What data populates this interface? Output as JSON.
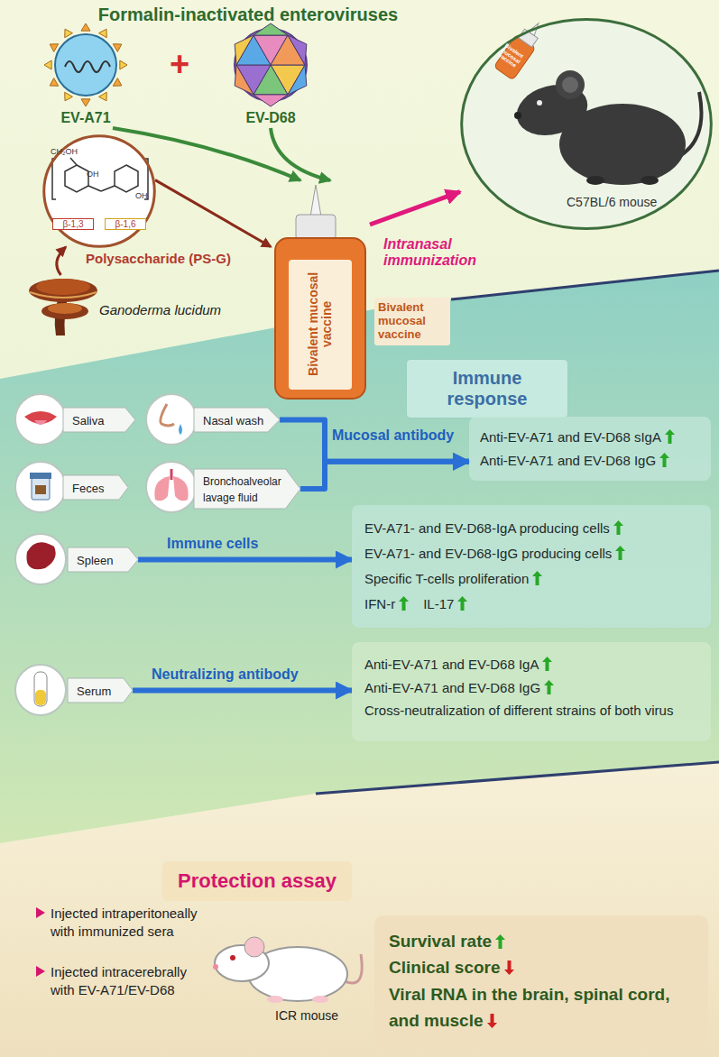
{
  "diagram": {
    "title": "Formalin-inactivated enteroviruses",
    "nodes": [
      {
        "text": [
          "EV-A71"
        ]
      },
      {
        "text": [
          "EV-D68"
        ]
      },
      {
        "text": [
          "β-1,3",
          "β-1,6",
          "Polysaccharide (PS-G)"
        ]
      },
      {
        "text": [
          "Ganoderma lucidum"
        ]
      },
      {
        "text": [
          "Bivalent mucosal vaccine",
          "Bivalent mucosal vaccine"
        ]
      },
      {
        "text": [
          "C57BL/6 mouse"
        ]
      },
      {
        "text": [
          "Immune response"
        ]
      },
      {
        "text": [
          "Saliva"
        ]
      },
      {
        "text": [
          "Nasal wash"
        ]
      },
      {
        "text": [
          "Feces"
        ]
      },
      {
        "text": [
          "Bronchoalveolar lavage fluid"
        ]
      },
      {
        "text": [
          "Anti-EV-A71 and EV-D68 sIgA",
          "Anti-EV-A71 and EV-D68 IgG"
        ]
      },
      {
        "text": [
          "Spleen"
        ]
      },
      {
        "text": [
          "EV-A71- and EV-D68-IgA producing cells",
          "EV-A71- and EV-D68-IgG producing cells",
          "Specific T-cells proliferation",
          "IFN-r",
          "IL-17"
        ]
      },
      {
        "text": [
          "Serum"
        ]
      },
      {
        "text": [
          "Anti-EV-A71 and EV-D68 IgA",
          "Anti-EV-A71 and EV-D68 IgG",
          "Cross-neutralization of different strains of both virus"
        ]
      },
      {
        "text": [
          "Protection assay"
        ]
      },
      {
        "text": [
          "ICR mouse"
        ]
      },
      {
        "text": [
          "Survival rate",
          "Clinical score",
          "Viral RNA in the brain, spinal cord, and muscle"
        ]
      }
    ],
    "edges": [
      {
        "from": 0,
        "to": 4,
        "arrow": "to"
      },
      {
        "from": 1,
        "to": 4,
        "arrow": "to"
      },
      {
        "from": 3,
        "to": 2,
        "arrow": "to"
      },
      {
        "from": 2,
        "to": 4,
        "arrow": "to"
      },
      {
        "from": 4,
        "to": 5,
        "label": "Intranasal immunization",
        "arrow": "to"
      },
      {
        "from": 8,
        "to": 11,
        "label": "Mucosal antibody",
        "arrow": "to"
      },
      {
        "from": 10,
        "to": 11,
        "arrow": "to"
      },
      {
        "from": 12,
        "to": 13,
        "label": "Immune cells",
        "arrow": "to"
      },
      {
        "from": 14,
        "to": 15,
        "label": "Neutralizing antibody",
        "arrow": "to"
      }
    ],
    "labels": [
      "+",
      "Bivalent mucosal vaccine",
      "CH₂OH",
      "OH",
      "OH",
      "Injected intraperitoneally with immunized sera",
      "Injected intracerebrally with EV-A71/EV-D68"
    ]
  }
}
